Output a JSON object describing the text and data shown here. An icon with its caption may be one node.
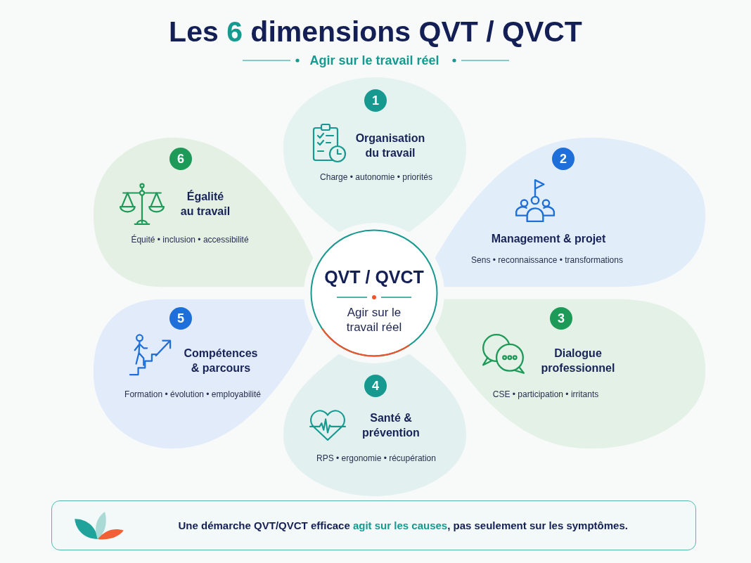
{
  "diagram": {
    "title": "Les **6** dimensions QVT / QVCT",
    "nodes": [
      {
        "text": [
          "Organisation du travail",
          "Charge • autonomie • priorités"
        ]
      },
      {
        "text": [
          "1"
        ],
        "in": 0
      },
      {
        "text": [
          "Management & projet",
          "Sens • reconnaissance • transformations"
        ]
      },
      {
        "text": [
          "2"
        ],
        "in": 2
      },
      {
        "text": [
          "Dialogue professionnel",
          "CSE • participation • irritants"
        ]
      },
      {
        "text": [
          "3"
        ],
        "in": 4
      },
      {
        "text": [
          "Santé & prévention",
          "RPS • ergonomie • récupération"
        ]
      },
      {
        "text": [
          "4"
        ],
        "in": 6
      },
      {
        "text": [
          "Compétences & parcours",
          "Formation • évolution • employabilité"
        ]
      },
      {
        "text": [
          "5"
        ],
        "in": 8
      },
      {
        "text": [
          "Égalité au travail",
          "Équité • inclusion • accessibilité"
        ]
      },
      {
        "text": [
          "6"
        ],
        "in": 10
      },
      {
        "text": [
          "QVT / QVCT",
          "Agir sur le travail réel"
        ]
      },
      {
        "text": [
          "Une démarche QVT/QVCT efficace **agit sur les causes**, pas seulement sur les symptômes."
        ]
      }
    ],
    "labels": [
      "Agir sur le travail réel"
    ]
  }
}
